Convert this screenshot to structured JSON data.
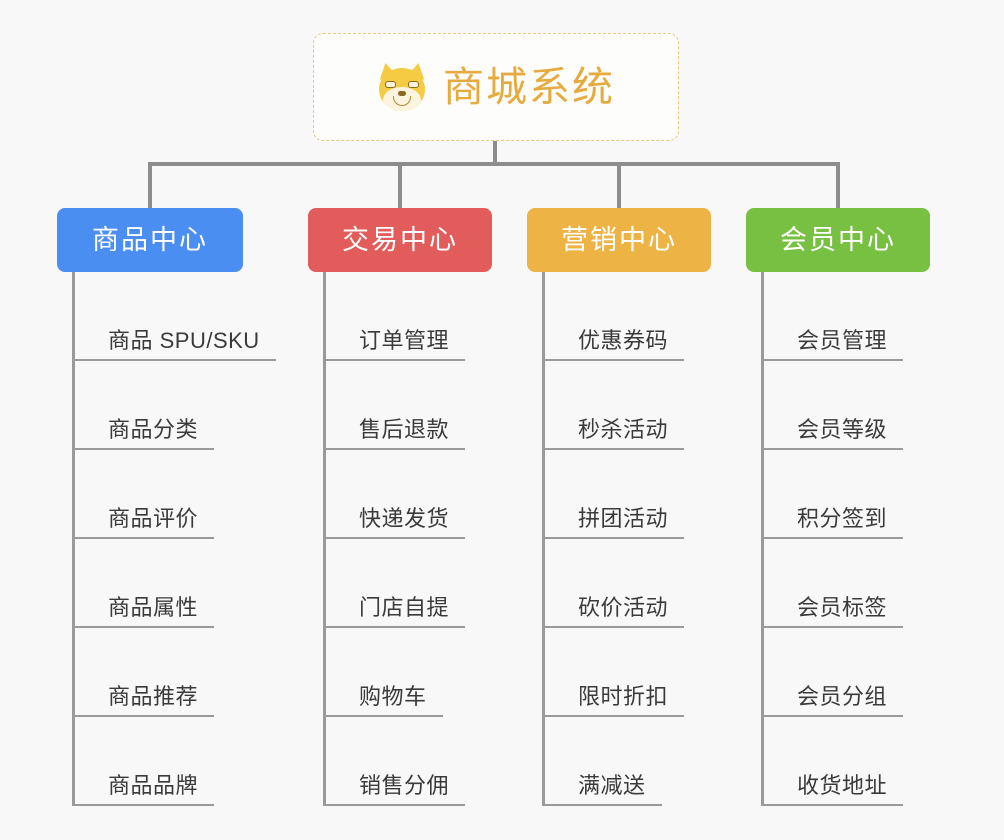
{
  "root": {
    "title": "商城系统",
    "icon": "shiba-dog-face-icon",
    "border_color": "#e8c77c",
    "title_color": "#e6ab3e",
    "background": "#fdfdfc"
  },
  "canvas": {
    "background": "#f8f8f8",
    "connector_color": "#8d8d8d"
  },
  "branches": [
    {
      "key": "product-center",
      "label": "商品中心",
      "color": "#4a8ef2",
      "items": [
        "商品 SPU/SKU",
        "商品分类",
        "商品评价",
        "商品属性",
        "商品推荐",
        "商品品牌"
      ]
    },
    {
      "key": "trade-center",
      "label": "交易中心",
      "color": "#e25c5c",
      "items": [
        "订单管理",
        "售后退款",
        "快递发货",
        "门店自提",
        "购物车",
        "销售分佣"
      ]
    },
    {
      "key": "marketing-center",
      "label": "营销中心",
      "color": "#eeb345",
      "items": [
        "优惠券码",
        "秒杀活动",
        "拼团活动",
        "砍价活动",
        "限时折扣",
        "满减送"
      ]
    },
    {
      "key": "member-center",
      "label": "会员中心",
      "color": "#77c042",
      "items": [
        "会员管理",
        "会员等级",
        "积分签到",
        "会员标签",
        "会员分组",
        "收货地址"
      ]
    }
  ]
}
